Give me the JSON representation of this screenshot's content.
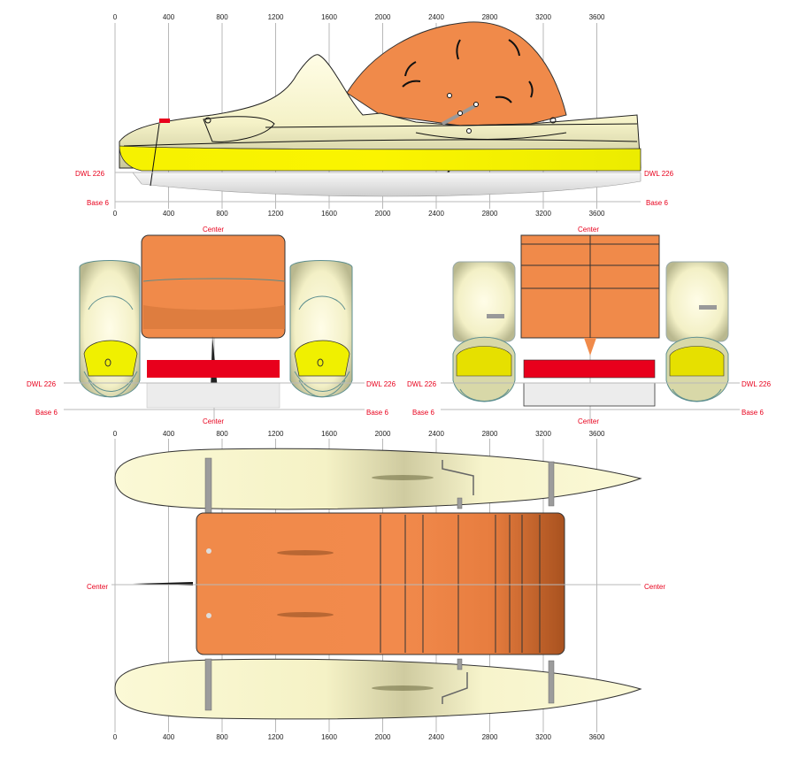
{
  "ticks": [
    "0",
    "400",
    "800",
    "1200",
    "1600",
    "2000",
    "2400",
    "2800",
    "3200",
    "3600"
  ],
  "labels": {
    "dwl": "DWL 226",
    "base": "Base 6",
    "center": "Center"
  },
  "colors": {
    "hull": "#fbf8d4",
    "hull_shade": "#d8d6a8",
    "waterline_fill": "#f0f000",
    "deck": "#f08a4a",
    "deck_dark": "#c8602a",
    "ref_red": "#e8001c",
    "below_water": "#ececec"
  }
}
